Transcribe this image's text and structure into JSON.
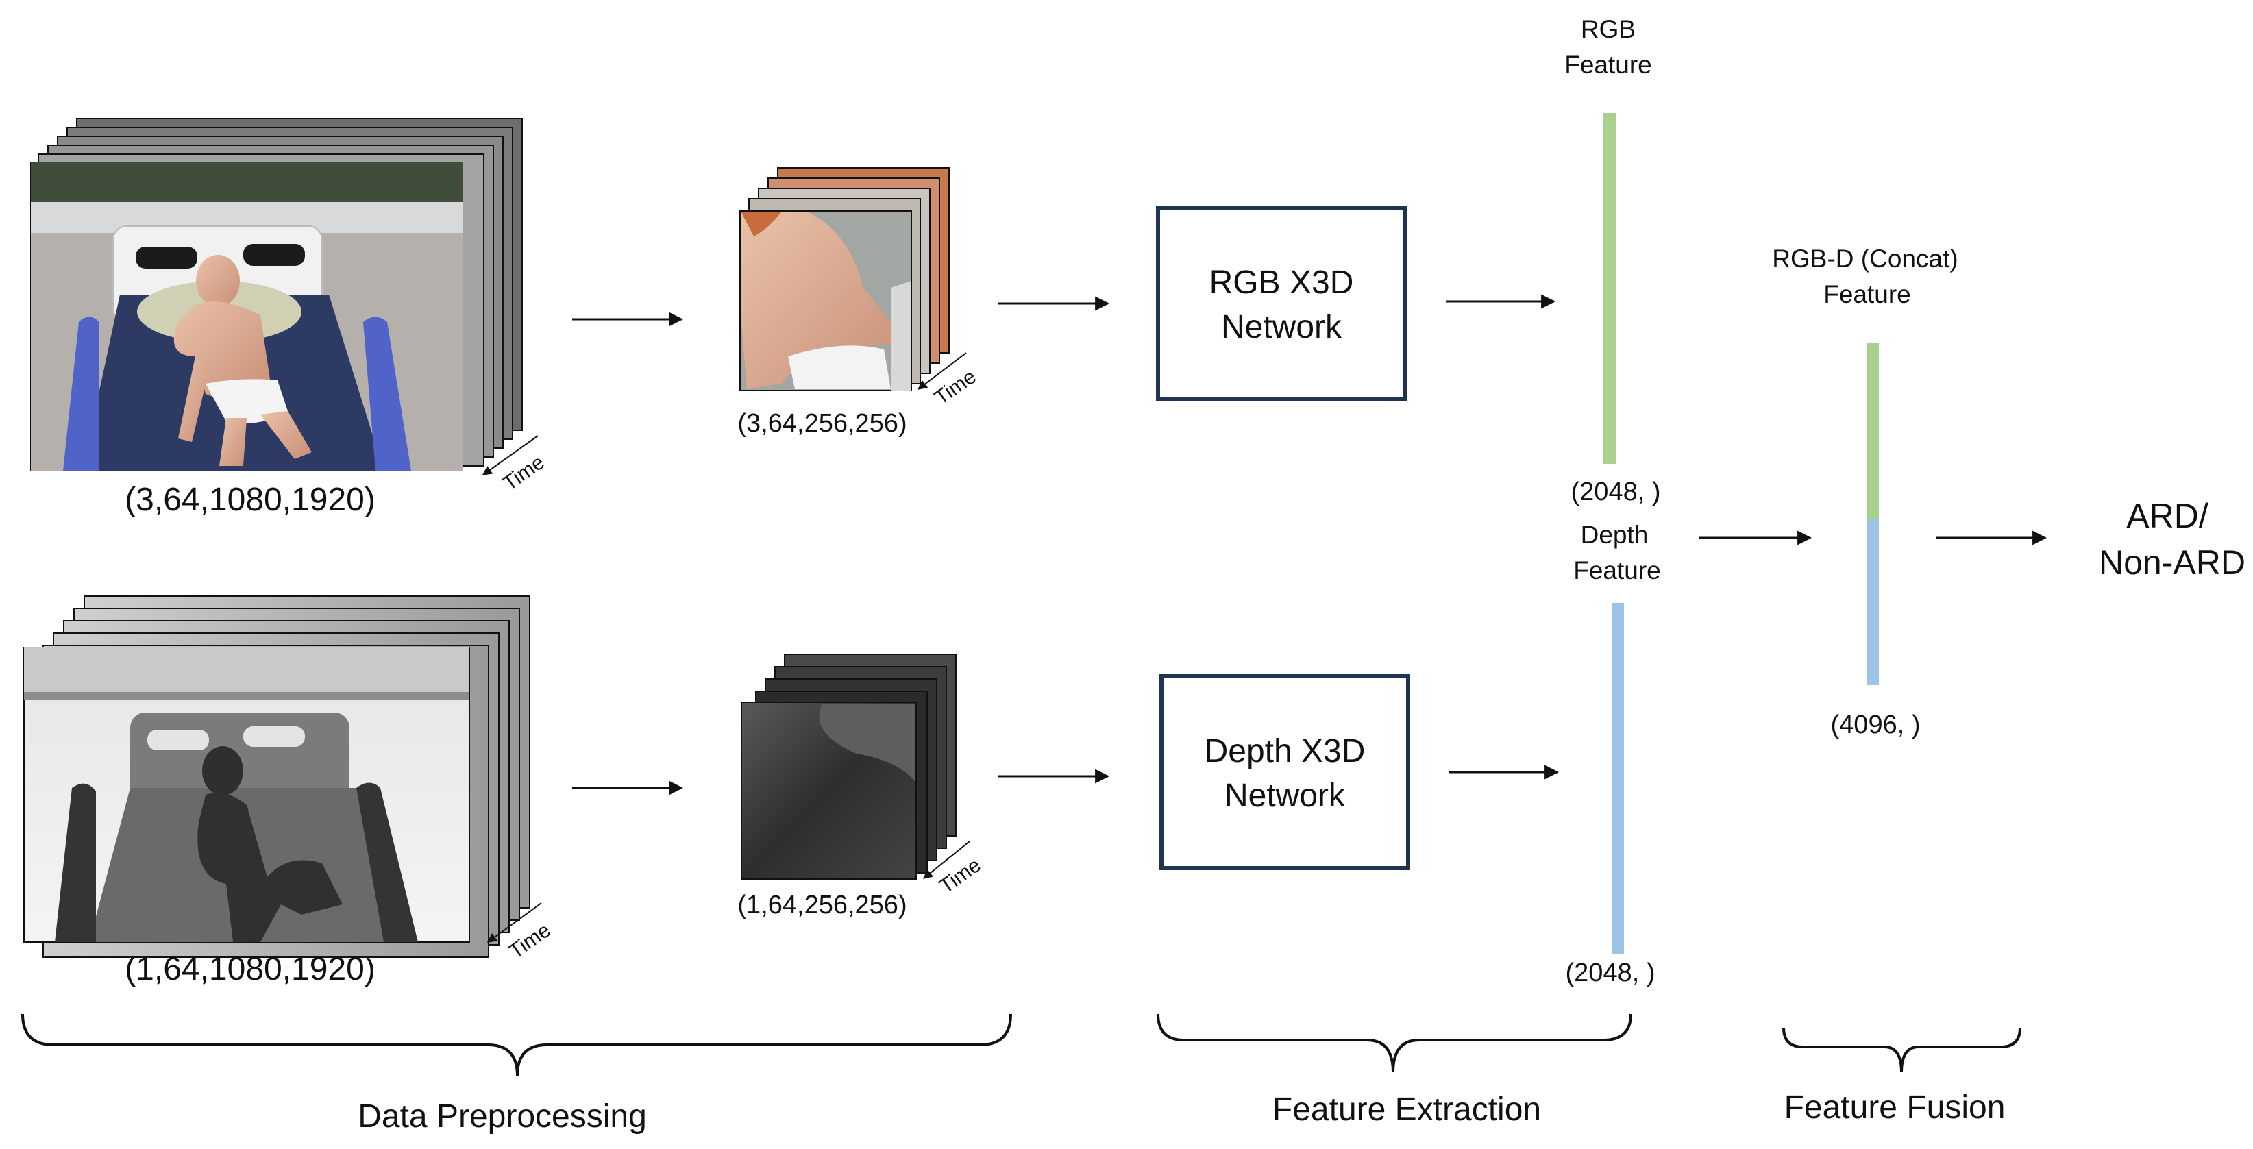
{
  "preprocessing": {
    "rgb_input_shape": "(3,64,1080,1920)",
    "depth_input_shape": "(1,64,1080,1920)",
    "rgb_crop_shape": "(3,64,256,256)",
    "depth_crop_shape": "(1,64,256,256)",
    "time_label": "Time"
  },
  "networks": {
    "rgb": [
      "RGB X3D",
      "Network"
    ],
    "depth": [
      "Depth X3D",
      "Network"
    ]
  },
  "features": {
    "rgb_title": [
      "RGB",
      "Feature"
    ],
    "rgb_dim": "(2048, )",
    "depth_title": [
      "Depth",
      "Feature"
    ],
    "depth_dim": "(2048, )",
    "concat_title": [
      "RGB-D (Concat)",
      "Feature"
    ],
    "concat_dim": "(4096, )"
  },
  "output": [
    "ARD/",
    "Non-ARD"
  ],
  "sections": {
    "preprocessing": "Data Preprocessing",
    "extraction": "Feature Extraction",
    "fusion": "Feature Fusion"
  },
  "colors": {
    "rgb_feature": "#a9d18e",
    "depth_feature": "#9dc3e6",
    "network_border": "#1f3353"
  }
}
